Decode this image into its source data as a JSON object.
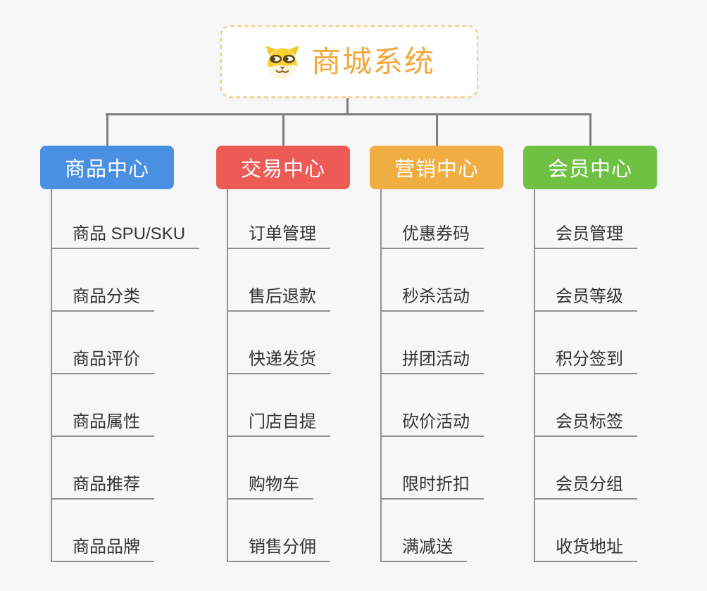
{
  "root": {
    "title": "商城系统",
    "icon": "doge-icon"
  },
  "branches": [
    {
      "label": "商品中心",
      "color": "#4A90E2",
      "children": [
        "商品 SPU/SKU",
        "商品分类",
        "商品评价",
        "商品属性",
        "商品推荐",
        "商品品牌"
      ]
    },
    {
      "label": "交易中心",
      "color": "#EC5B56",
      "children": [
        "订单管理",
        "售后退款",
        "快递发货",
        "门店自提",
        "购物车",
        "销售分佣"
      ]
    },
    {
      "label": "营销中心",
      "color": "#EFAD42",
      "children": [
        "优惠券码",
        "秒杀活动",
        "拼团活动",
        "砍价活动",
        "限时折扣",
        "满减送"
      ]
    },
    {
      "label": "会员中心",
      "color": "#6EC143",
      "children": [
        "会员管理",
        "会员等级",
        "积分签到",
        "会员标签",
        "会员分组",
        "收货地址"
      ]
    }
  ],
  "colors": {
    "background": "#F7F7F7",
    "connector": "#7E7E7E",
    "leaf_line": "#909090",
    "leaf_text": "#333333",
    "root_border": "#F7C97E",
    "root_text": "#F2A83C"
  }
}
